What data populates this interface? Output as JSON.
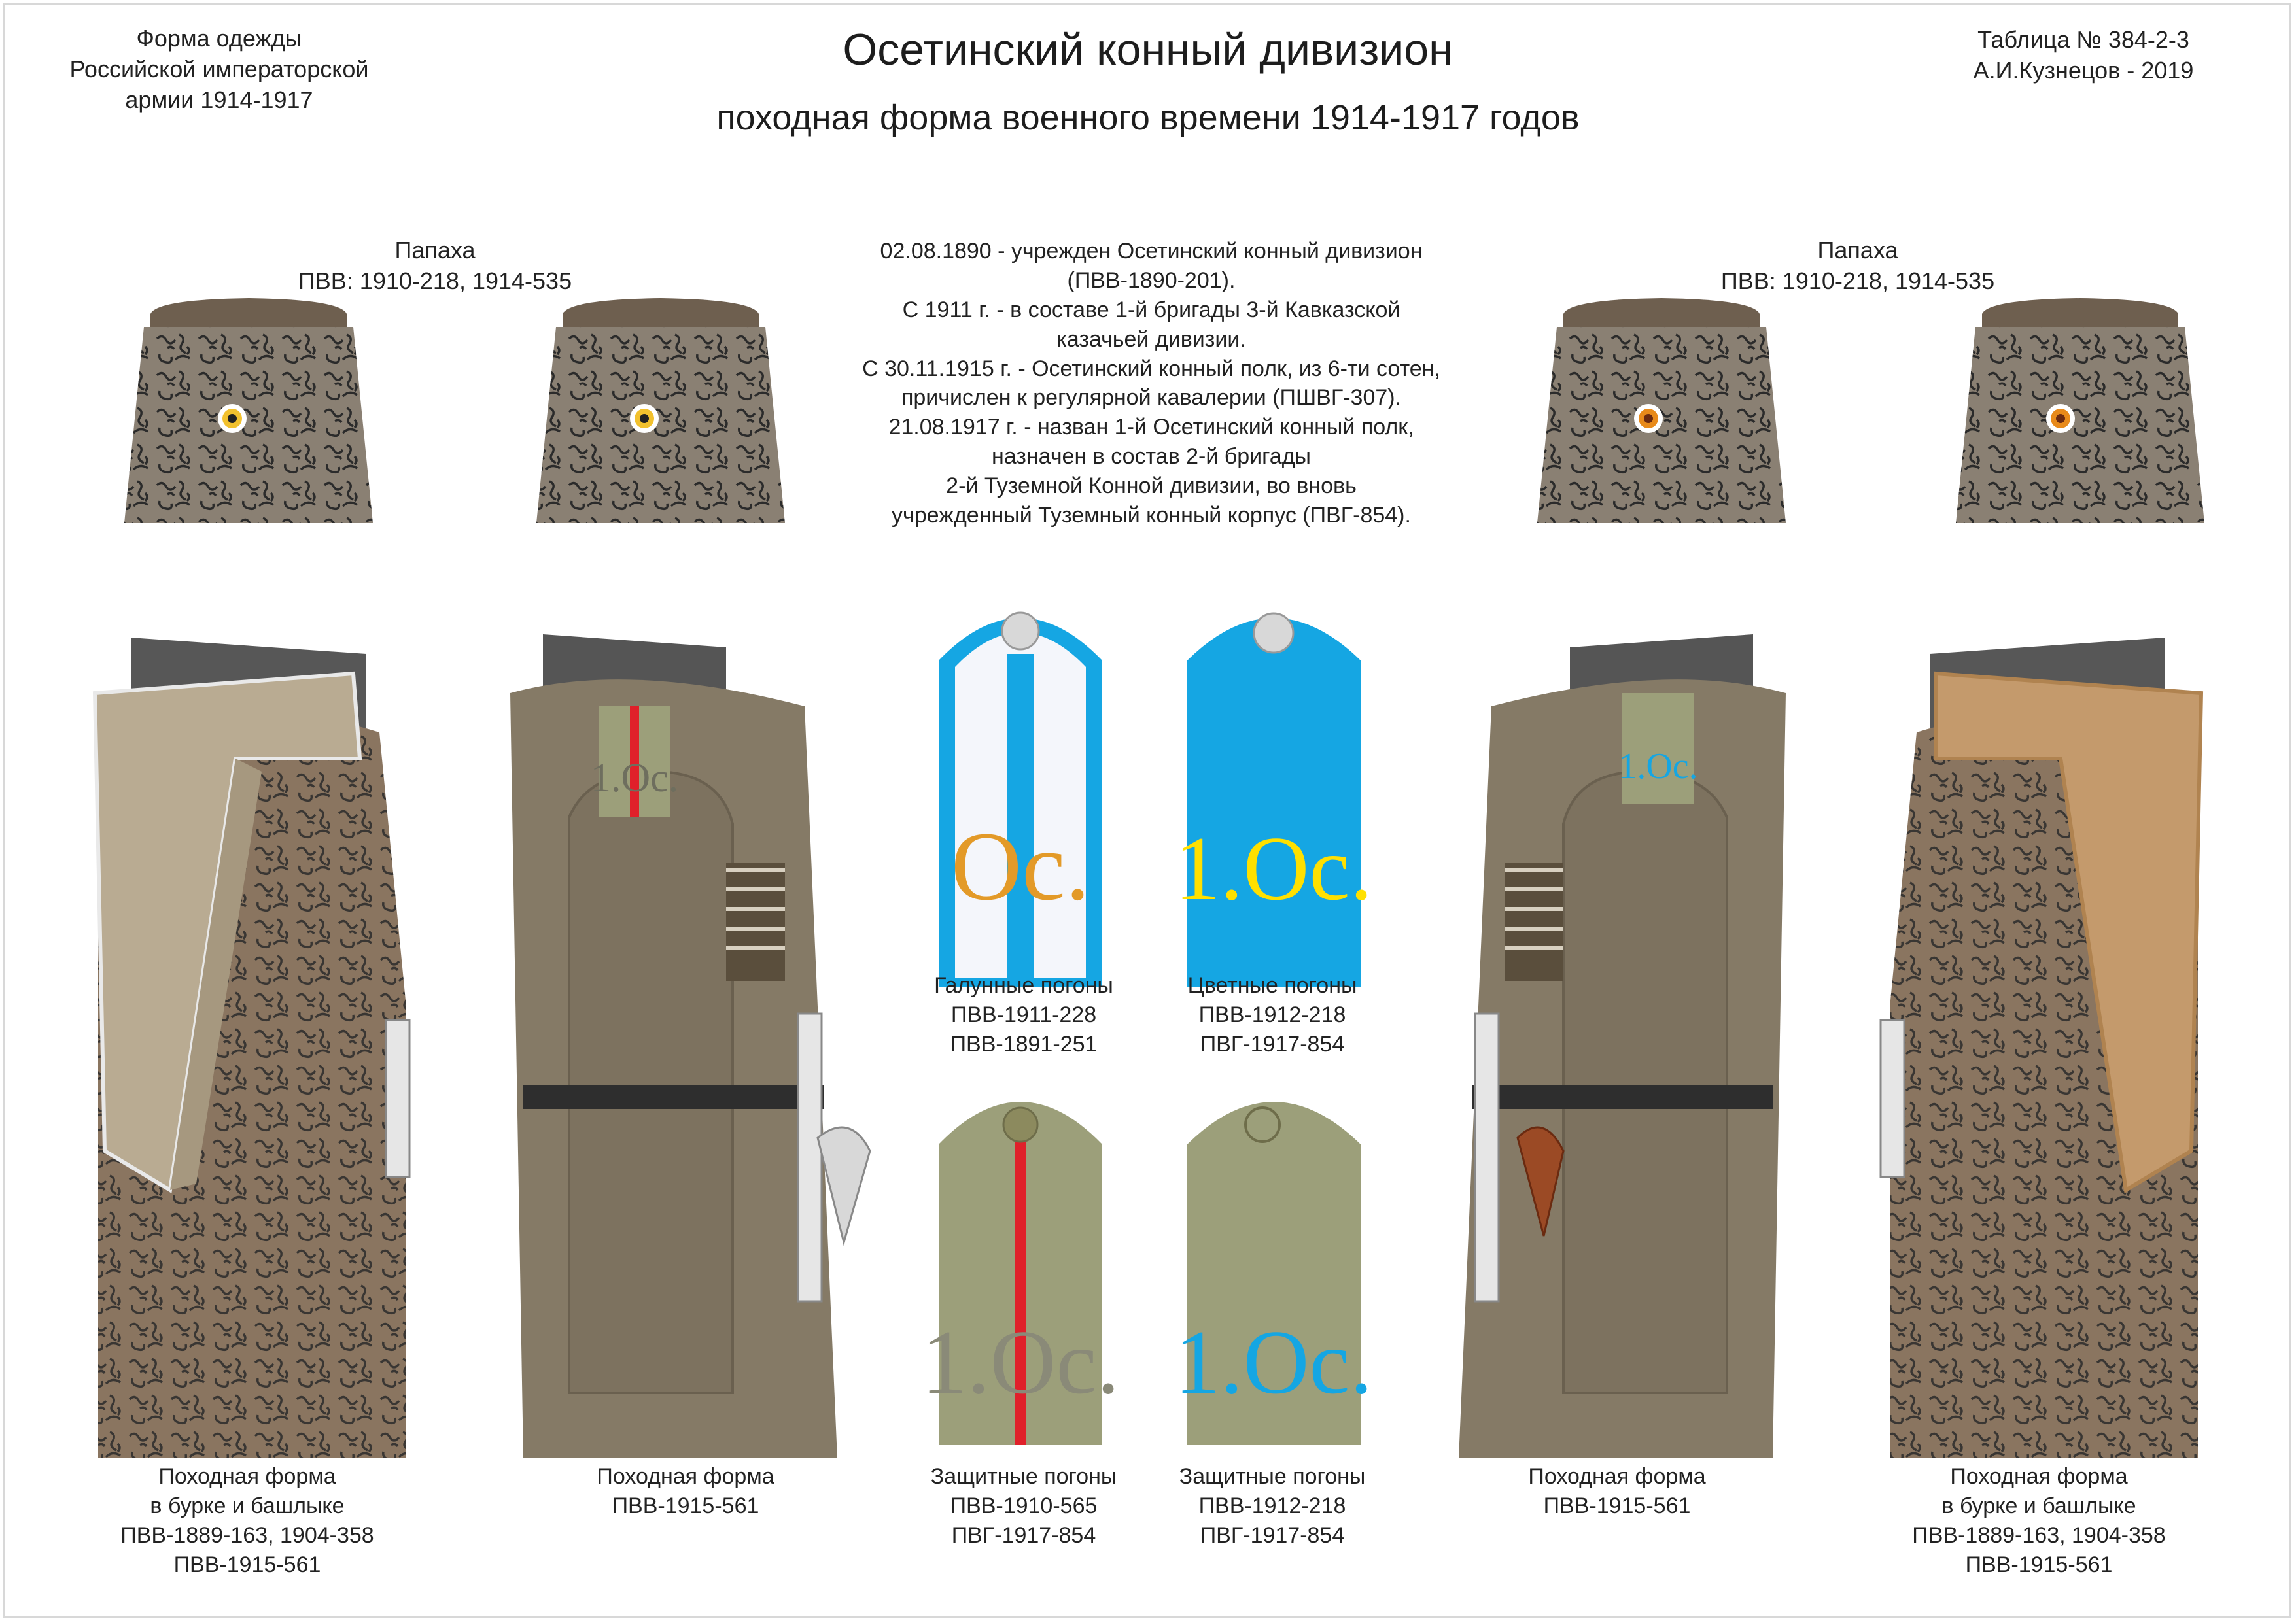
{
  "header": {
    "left_lines": [
      "Форма одежды",
      "Российской императорской",
      "армии  1914-1917"
    ],
    "title": "Осетинский конный дивизион",
    "subtitle": "походная форма военного времени 1914-1917 годов",
    "right_lines": [
      "Таблица № 384-2-3",
      "А.И.Кузнецов - 2019"
    ]
  },
  "papakha_labels": {
    "left": [
      "Папаха",
      "ПВВ: 1910-218, 1914-535"
    ],
    "right": [
      "Папаха",
      "ПВВ: 1910-218, 1914-535"
    ]
  },
  "history_lines": [
    "02.08.1890 - учрежден Осетинский конный дивизион",
    "(ПВВ-1890-201).",
    "С 1911 г. -  в составе 1-й бригады 3-й Кавказской",
    "казачьей дивизии.",
    "С 30.11.1915 г. - Осетинский конный полк, из 6-ти сотен,",
    "причислен к регулярной кавалерии (ПШВГ-307).",
    "21.08.1917 г. -  назван 1-й Осетинский конный полк,",
    "назначен в состав 2-й бригады",
    "2-й Туземной Конной дивизии, во вновь",
    "учрежденный Туземный конный корпус (ПВГ-854)."
  ],
  "shoulder_boards": [
    {
      "id": "galloon",
      "cipher": "Ос.",
      "caption": [
        "Галунные погоны",
        "ПВВ-1911-228",
        "ПВВ-1891-251"
      ]
    },
    {
      "id": "color",
      "cipher": "1.Ос.",
      "caption": [
        "Цветные погоны",
        "ПВВ-1912-218",
        "ПВГ-1917-854"
      ]
    },
    {
      "id": "field-officer",
      "cipher": "1.Ос.",
      "caption": [
        "Защитные погоны",
        "ПВВ-1910-565",
        "ПВГ-1917-854"
      ]
    },
    {
      "id": "field-lower",
      "cipher": "1.Ос.",
      "caption": [
        "Защитные погоны",
        "ПВВ-1912-218",
        "ПВГ-1917-854"
      ]
    }
  ],
  "figures": [
    {
      "id": "burka-left",
      "caption": [
        "Походная форма",
        "в бурке и башлыке",
        "ПВВ-1889-163, 1904-358",
        "ПВВ-1915-561"
      ]
    },
    {
      "id": "coat-left",
      "chest_cipher": "1.Ос.",
      "caption": [
        "Походная форма",
        "ПВВ-1915-561"
      ]
    },
    {
      "id": "coat-right",
      "chest_cipher": "1.Ос.",
      "caption": [
        "Походная форма",
        "ПВВ-1915-561"
      ]
    },
    {
      "id": "burka-right",
      "caption": [
        "Походная форма",
        "в бурке и башлыке",
        "ПВВ-1889-163, 1904-358",
        "ПВВ-1915-561"
      ]
    }
  ],
  "colors": {
    "sky_blue": "#15a6e3",
    "field_khaki": "#9c9f7a",
    "coat_brown": "#857a66",
    "burka_fur": "#8c7a66",
    "hood_light": "#b9ab92",
    "hood_tan": "#c49a6c",
    "red_stripe": "#e0202a",
    "gold_cipher": "#e39a28",
    "yellow_cipher": "#ffe000",
    "cockade_orange": "#e88a1a"
  }
}
